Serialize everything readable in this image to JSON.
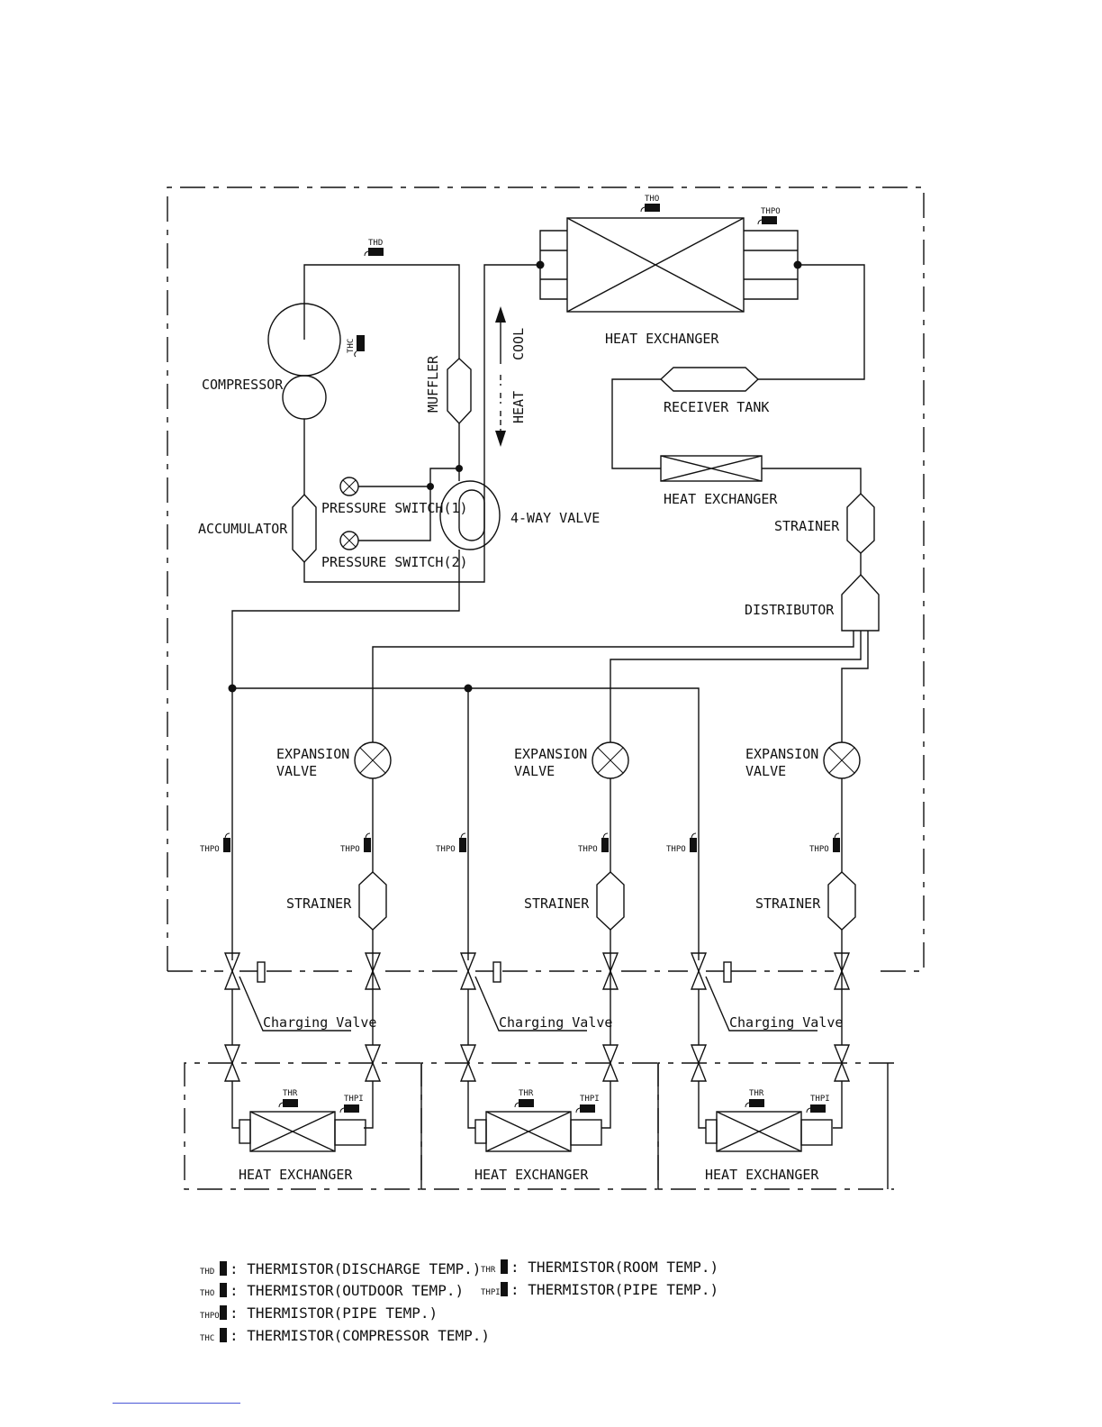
{
  "labels": {
    "compressor": "COMPRESSOR",
    "muffler": "MUFFLER",
    "accumulator": "ACCUMULATOR",
    "pressure_switch_1": "PRESSURE SWITCH(1)",
    "pressure_switch_2": "PRESSURE SWITCH(2)",
    "four_way_valve": "4-WAY VALVE",
    "cool": "COOL",
    "heat": "HEAT",
    "outdoor_heat_exchanger": "HEAT EXCHANGER",
    "receiver_tank": "RECEIVER TANK",
    "sub_heat_exchanger": "HEAT EXCHANGER",
    "strainer_main": "STRAINER",
    "distributor": "DISTRIBUTOR"
  },
  "thermistor_tags": {
    "discharge": "THD",
    "outdoor": "THO",
    "pipe_outdoor": "THPO",
    "compressor": "THC",
    "room": "THR",
    "pipe_indoor": "THPI"
  },
  "branches": [
    {
      "expansion_valve": "EXPANSION VALVE",
      "strainer": "STRAINER",
      "charging_valve": "Charging Valve",
      "indoor_heat_exchanger": "HEAT EXCHANGER"
    },
    {
      "expansion_valve": "EXPANSION VALVE",
      "strainer": "STRAINER",
      "charging_valve": "Charging Valve",
      "indoor_heat_exchanger": "HEAT EXCHANGER"
    },
    {
      "expansion_valve": "EXPANSION VALVE",
      "strainer": "STRAINER",
      "charging_valve": "Charging Valve",
      "indoor_heat_exchanger": "HEAT EXCHANGER"
    }
  ],
  "legend": [
    {
      "tag": "THD",
      "text": ": THERMISTOR(DISCHARGE TEMP.)"
    },
    {
      "tag": "THO",
      "text": ": THERMISTOR(OUTDOOR TEMP.)"
    },
    {
      "tag": "THPO",
      "text": ": THERMISTOR(PIPE TEMP.)"
    },
    {
      "tag": "THC",
      "text": ": THERMISTOR(COMPRESSOR TEMP.)"
    },
    {
      "tag": "THR",
      "text": ": THERMISTOR(ROOM TEMP.)"
    },
    {
      "tag": "THPI",
      "text": ": THERMISTOR(PIPE TEMP.)"
    }
  ]
}
